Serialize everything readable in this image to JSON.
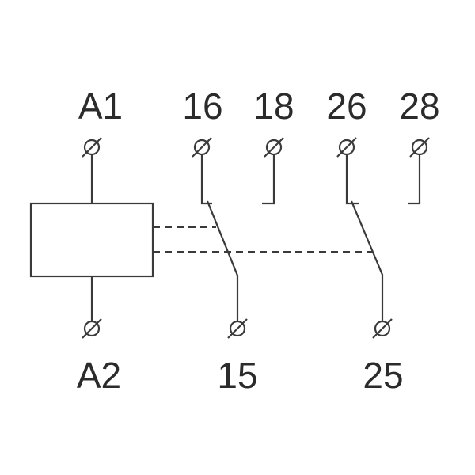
{
  "diagram": {
    "type": "relay wiring schematic",
    "terminals_top": [
      "A1",
      "16",
      "18",
      "26",
      "28"
    ],
    "terminals_bottom": [
      "A2",
      "15",
      "25"
    ],
    "line_color": "#3a3a3a"
  }
}
